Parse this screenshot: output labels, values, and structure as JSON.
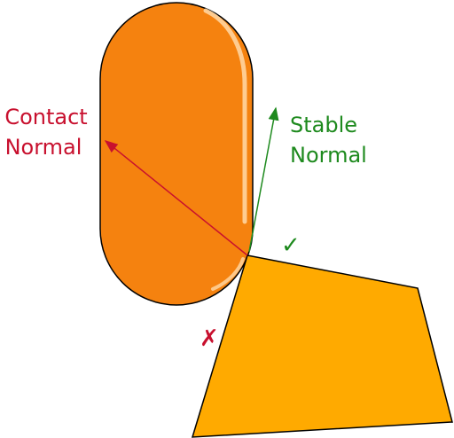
{
  "labels": {
    "contact_normal_line1": "Contact",
    "contact_normal_line2": "Normal",
    "stable_normal_line1": "Stable",
    "stable_normal_line2": "Normal",
    "check_mark": "✓",
    "cross_mark": "✗"
  },
  "colors": {
    "contact_normal": "#c8102e",
    "stable_normal": "#1e8a1e",
    "capsule_fill": "#f5820f",
    "capsule_stroke": "#000000",
    "polygon_fill": "#ffaa00",
    "polygon_stroke": "#000000",
    "highlight": "#ffd9a8"
  }
}
